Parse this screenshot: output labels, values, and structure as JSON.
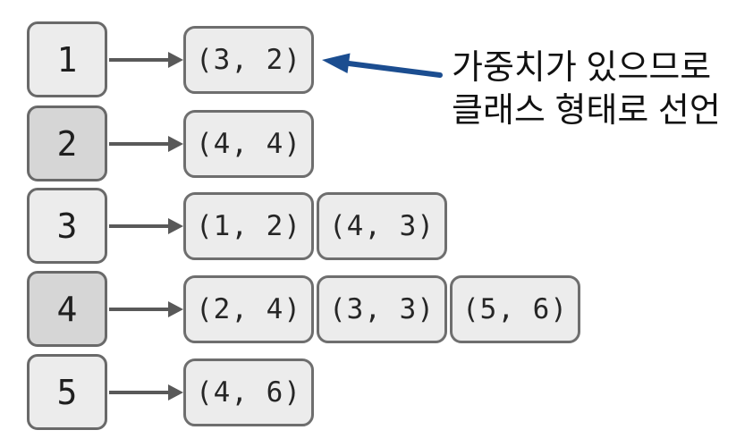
{
  "diagram_title": "adjacency-list-with-weights",
  "annotation": {
    "line1": "가중치가 있으므로",
    "line2": "클래스 형태로 선언"
  },
  "adjacency_list": {
    "rows": [
      {
        "node": "1",
        "shade": "light",
        "edges": [
          "(3, 2)"
        ]
      },
      {
        "node": "2",
        "shade": "dark",
        "edges": [
          "(4, 4)"
        ]
      },
      {
        "node": "3",
        "shade": "light",
        "edges": [
          "(1, 2)",
          "(4, 3)"
        ]
      },
      {
        "node": "4",
        "shade": "dark",
        "edges": [
          "(2, 4)",
          "(3, 3)",
          "(5, 6)"
        ]
      },
      {
        "node": "5",
        "shade": "light",
        "edges": [
          "(4, 6)"
        ]
      }
    ]
  },
  "colors": {
    "box_light": "#ececec",
    "box_dark": "#d6d6d6",
    "box_border": "#6e6e6e",
    "arrow_gray": "#595959",
    "arrow_blue": "#1b4d90",
    "text": "#1f1f1f"
  }
}
